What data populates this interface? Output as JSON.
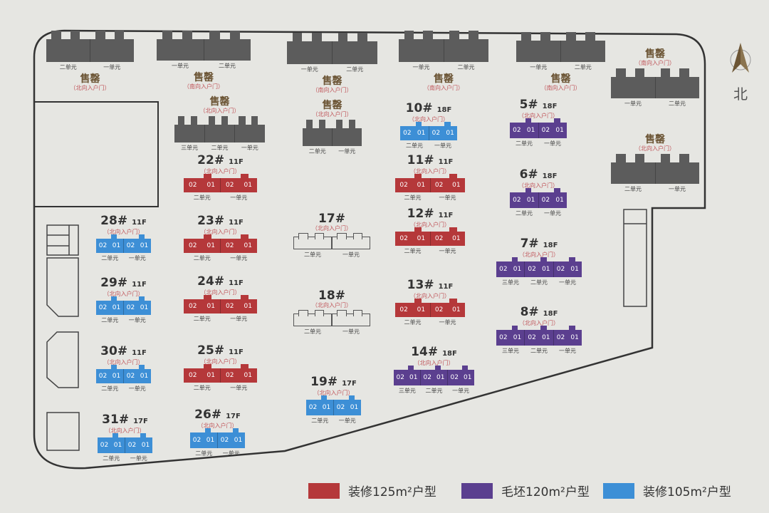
{
  "compass": {
    "label": "北"
  },
  "types": {
    "red": {
      "label": "装修125m²户型",
      "color": "#b5383a"
    },
    "purple": {
      "label": "毛坯120m²户型",
      "color": "#5b3f8f"
    },
    "blue": {
      "label": "装修105m²户型",
      "color": "#3d8fd6"
    },
    "gray": {
      "color": "#5c5c5c"
    }
  },
  "sold_blocks": [
    {
      "id": "A",
      "status": "售罄",
      "door": "（北向入户门）",
      "units": [
        "二单元",
        "一单元"
      ]
    },
    {
      "id": "B",
      "status": "售罄",
      "door": "（南向入户门）",
      "units": [
        "一单元",
        "二单元"
      ]
    },
    {
      "id": "C",
      "status": "售罄",
      "door": "（南向入户门）",
      "units": [
        "一单元",
        "二单元"
      ]
    },
    {
      "id": "D",
      "status": "售罄",
      "door": "（南向入户门）",
      "units": [
        "一单元",
        "二单元"
      ]
    },
    {
      "id": "E",
      "status": "售罄",
      "door": "（南向入户门）",
      "units": [
        "一单元",
        "二单元"
      ]
    },
    {
      "id": "F",
      "status": "售罄",
      "door": "（南向入户门）",
      "units": [
        "一单元",
        "二单元"
      ]
    },
    {
      "id": "G",
      "status": "售罄",
      "door": "（北向入户门）",
      "units": [
        "二单元",
        "一单元"
      ]
    },
    {
      "id": "H",
      "status": "售罄",
      "door": "（北向入户门）",
      "units": [
        "三单元",
        "二单元",
        "一单元"
      ]
    },
    {
      "id": "I",
      "status": "售罄",
      "door": "（北向入户门）",
      "units": [
        "二单元",
        "一单元"
      ]
    }
  ],
  "buildings": [
    {
      "name": "10#",
      "floors": "18F",
      "door": "（北向入户门）",
      "type": "blue",
      "units": [
        "二单元",
        "一单元"
      ]
    },
    {
      "name": "5#",
      "floors": "18F",
      "door": "（北向入户门）",
      "type": "purple",
      "units": [
        "二单元",
        "一单元"
      ]
    },
    {
      "name": "11#",
      "floors": "11F",
      "door": "（北向入户门）",
      "type": "red",
      "units": [
        "二单元",
        "一单元"
      ]
    },
    {
      "name": "6#",
      "floors": "18F",
      "door": "（北向入户门）",
      "type": "purple",
      "units": [
        "二单元",
        "一单元"
      ]
    },
    {
      "name": "12#",
      "floors": "11F",
      "door": "（北向入户门）",
      "type": "red",
      "units": [
        "二单元",
        "一单元"
      ]
    },
    {
      "name": "7#",
      "floors": "18F",
      "door": "（北向入户门）",
      "type": "purple",
      "units": [
        "三单元",
        "二单元",
        "一单元"
      ]
    },
    {
      "name": "13#",
      "floors": "11F",
      "door": "（北向入户门）",
      "type": "red",
      "units": [
        "二单元",
        "一单元"
      ]
    },
    {
      "name": "8#",
      "floors": "18F",
      "door": "（北向入户门）",
      "type": "purple",
      "units": [
        "三单元",
        "二单元",
        "一单元"
      ]
    },
    {
      "name": "14#",
      "floors": "18F",
      "door": "（北向入户门）",
      "type": "purple",
      "units": [
        "三单元",
        "二单元",
        "一单元"
      ]
    },
    {
      "name": "22#",
      "floors": "11F",
      "door": "（北向入户门）",
      "type": "red",
      "units": [
        "二单元",
        "一单元"
      ]
    },
    {
      "name": "23#",
      "floors": "11F",
      "door": "（北向入户门）",
      "type": "red",
      "units": [
        "二单元",
        "一单元"
      ]
    },
    {
      "name": "24#",
      "floors": "11F",
      "door": "（北向入户门）",
      "type": "red",
      "units": [
        "二单元",
        "一单元"
      ]
    },
    {
      "name": "25#",
      "floors": "11F",
      "door": "（北向入户门）",
      "type": "red",
      "units": [
        "二单元",
        "一单元"
      ]
    },
    {
      "name": "26#",
      "floors": "17F",
      "door": "（北向入户门）",
      "type": "blue",
      "units": [
        "二单元",
        "一单元"
      ]
    },
    {
      "name": "17#",
      "floors": "",
      "door": "（北向入户门）",
      "type": "outline",
      "units": [
        "二单元",
        "一单元"
      ]
    },
    {
      "name": "18#",
      "floors": "",
      "door": "（北向入户门）",
      "type": "outline",
      "units": [
        "二单元",
        "一单元"
      ]
    },
    {
      "name": "19#",
      "floors": "17F",
      "door": "（北向入户门）",
      "type": "blue",
      "units": [
        "二单元",
        "一单元"
      ]
    },
    {
      "name": "28#",
      "floors": "11F",
      "door": "（北向入户门）",
      "type": "blue",
      "units": [
        "二单元",
        "一单元"
      ]
    },
    {
      "name": "29#",
      "floors": "11F",
      "door": "（北向入户门）",
      "type": "blue",
      "units": [
        "二单元",
        "一单元"
      ]
    },
    {
      "name": "30#",
      "floors": "11F",
      "door": "（北向入户门）",
      "type": "blue",
      "units": [
        "二单元",
        "一单元"
      ]
    },
    {
      "name": "31#",
      "floors": "17F",
      "door": "（北向入户门）",
      "type": "blue",
      "units": [
        "二单元",
        "一单元"
      ]
    }
  ],
  "unit_codes": [
    "02",
    "01"
  ],
  "legend": [
    {
      "type": "red",
      "label": "装修125m²户型"
    },
    {
      "type": "purple",
      "label": "毛坯120m²户型"
    },
    {
      "type": "blue",
      "label": "装修105m²户型"
    }
  ]
}
